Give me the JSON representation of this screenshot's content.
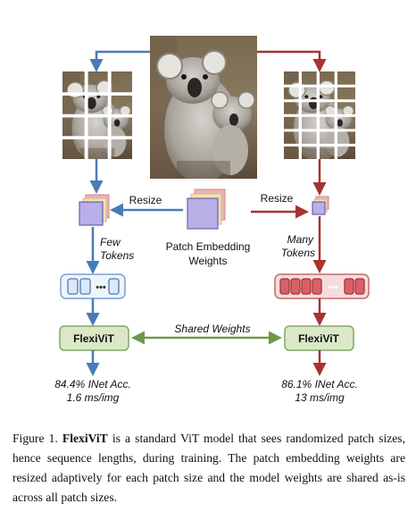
{
  "figure": {
    "resize_left": "Resize",
    "resize_right": "Resize",
    "patch_embedding_line1": "Patch Embedding",
    "patch_embedding_line2": "Weights",
    "few_line1": "Few",
    "few_line2": "Tokens",
    "many_line1": "Many",
    "many_line2": "Tokens",
    "model_left": "FlexiViT",
    "model_right": "FlexiViT",
    "shared_weights": "Shared Weights",
    "left_result_line1": "84.4% INet Acc.",
    "left_result_line2": "1.6 ms/img",
    "right_result_line1": "86.1% INet Acc.",
    "right_result_line2": "13 ms/img",
    "token_dots": "•••",
    "colors": {
      "blue": "#4a7ab8",
      "red": "#a83232",
      "green": "#6a9a4a",
      "model_fill": "#dbe8c8",
      "model_stroke": "#7fa860",
      "few_token_fill": "#dce8f5",
      "many_token_fill": "#d9606a",
      "patch_purple": "#b8b0e6",
      "patch_yellow": "#f3e2a8",
      "patch_pink": "#efb2b2"
    }
  },
  "caption": {
    "label": "Figure 1.",
    "name": "FlexiViT",
    "text": " is a standard ViT model that sees randomized patch sizes, hence sequence lengths, during training. The patch embedding weights are resized adaptively for each patch size and the model weights are shared as-is across all patch sizes."
  }
}
